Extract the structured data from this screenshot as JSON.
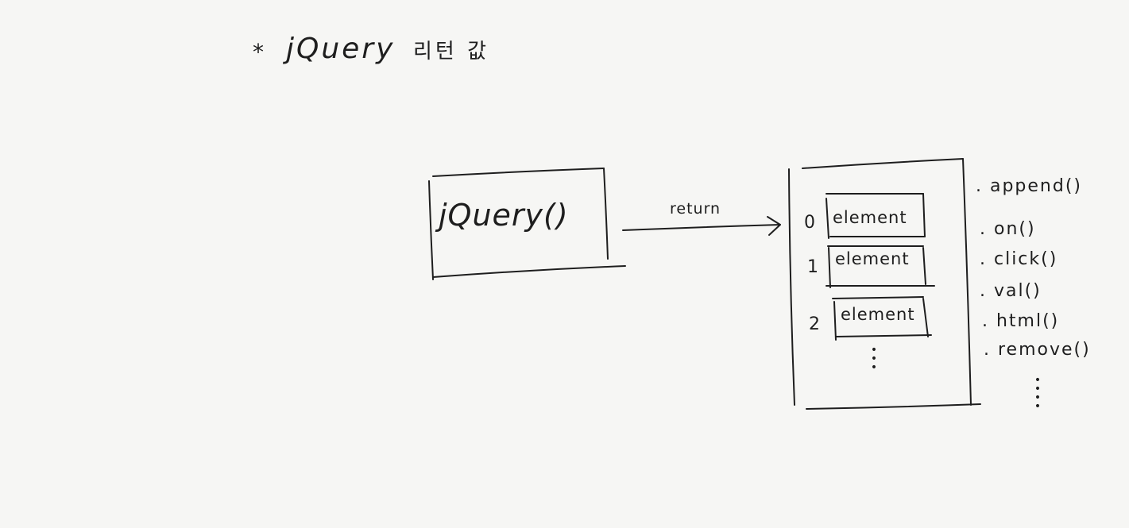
{
  "title": {
    "bullet": "*",
    "main": "jQuery",
    "suffix": "리턴 값"
  },
  "call_box": {
    "label": "jQuery()"
  },
  "arrow": {
    "label": "return"
  },
  "result_list": {
    "items": [
      {
        "index": "0",
        "label": "element"
      },
      {
        "index": "1",
        "label": "element"
      },
      {
        "index": "2",
        "label": "element"
      }
    ],
    "ellipsis": "⋮"
  },
  "methods": {
    "items": [
      ". append()",
      ". on()",
      ". click()",
      ". val()",
      ". html()",
      ". remove()"
    ],
    "ellipsis": "⋮"
  },
  "colors": {
    "background": "#f6f6f4",
    "ink": "#1e1e1e"
  }
}
